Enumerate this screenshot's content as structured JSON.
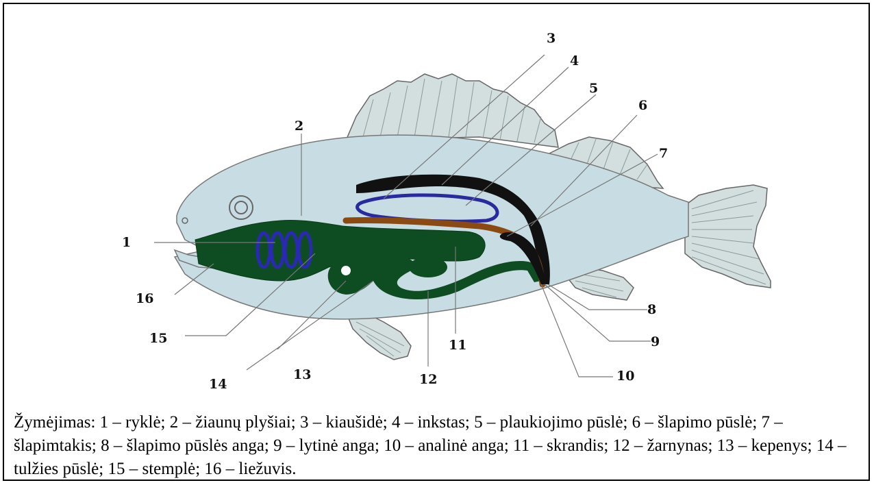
{
  "labels": [
    "1",
    "2",
    "3",
    "4",
    "5",
    "6",
    "7",
    "8",
    "9",
    "10",
    "11",
    "12",
    "13",
    "14",
    "15",
    "16"
  ],
  "caption": "Žymėjimas: 1 – ryklė; 2 – žiaunų plyšiai; 3 – kiaušidė; 4 – inkstas; 5 – plaukiojimo pūslė; 6 – šlapimo pūslė; 7 – šlapimtakis; 8 – šlapimo pūslės anga; 9 – lytinė anga; 10 – analinė anga; 11 – skrandis; 12 – žarnynas; 13 – kepenys; 14 – tulžies pūslė; 15 – stemplė; 16 – liežuvis.",
  "colors": {
    "body": "#c8dde3",
    "fin": "#cfdcdc",
    "organ_green": "#0e4d22",
    "kidney": "#111111",
    "ovary": "#8a4a12",
    "swim_bladder": "#2a2aa0",
    "gills": "#2a2ab0"
  }
}
